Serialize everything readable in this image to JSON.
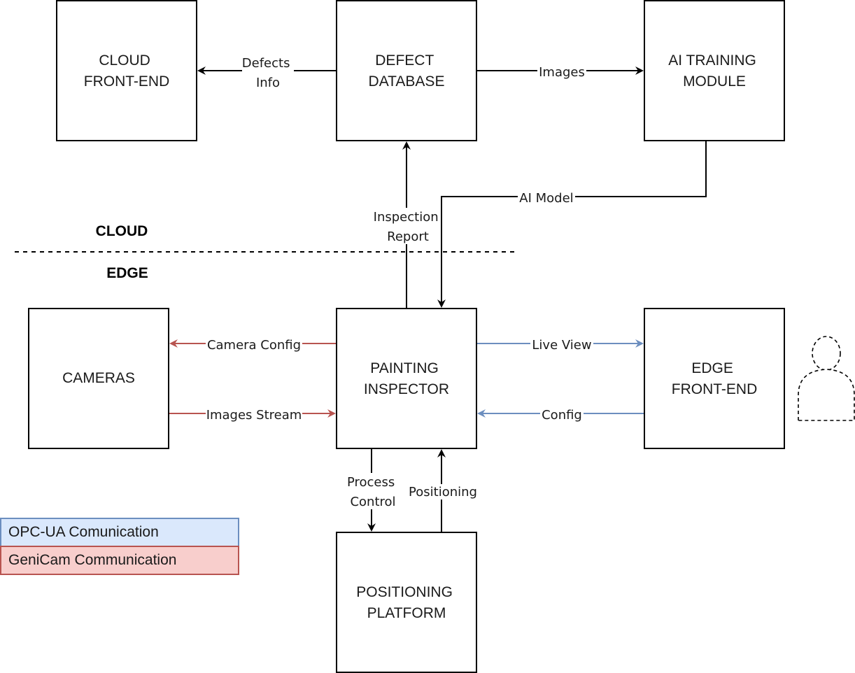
{
  "boxes": {
    "cloud_frontend": [
      "CLOUD",
      "FRONT-END"
    ],
    "defect_database": [
      "DEFECT",
      "DATABASE"
    ],
    "ai_training": [
      "AI TRAINING",
      "MODULE"
    ],
    "cameras": [
      "CAMERAS"
    ],
    "painting_inspector": [
      "PAINTING",
      "INSPECTOR"
    ],
    "edge_frontend": [
      "EDGE",
      "FRONT-END"
    ],
    "positioning_platform": [
      "POSITIONING",
      "PLATFORM"
    ]
  },
  "zones": {
    "cloud": "CLOUD",
    "edge": "EDGE"
  },
  "edges": {
    "defects_info": [
      "Defects",
      "Info"
    ],
    "images": "Images",
    "ai_model": "AI Model",
    "inspection_report": [
      "Inspection",
      "Report"
    ],
    "camera_config": "Camera Config",
    "images_stream": "Images Stream",
    "live_view": "Live View",
    "config": "Config",
    "process_control": [
      "Process",
      "Control"
    ],
    "positioning": "Positioning"
  },
  "legend": {
    "opcua": {
      "label": "OPC-UA Comunication",
      "fill": "#dae8fc",
      "stroke": "#6c8ebf"
    },
    "genicam": {
      "label": "GeniCam Communication",
      "fill": "#f8cecc",
      "stroke": "#b85450"
    }
  },
  "colors": {
    "black": "#000000",
    "opcua_line": "#6c8ebf",
    "genicam_line": "#b85450"
  },
  "icons": {
    "user": "user-icon"
  }
}
